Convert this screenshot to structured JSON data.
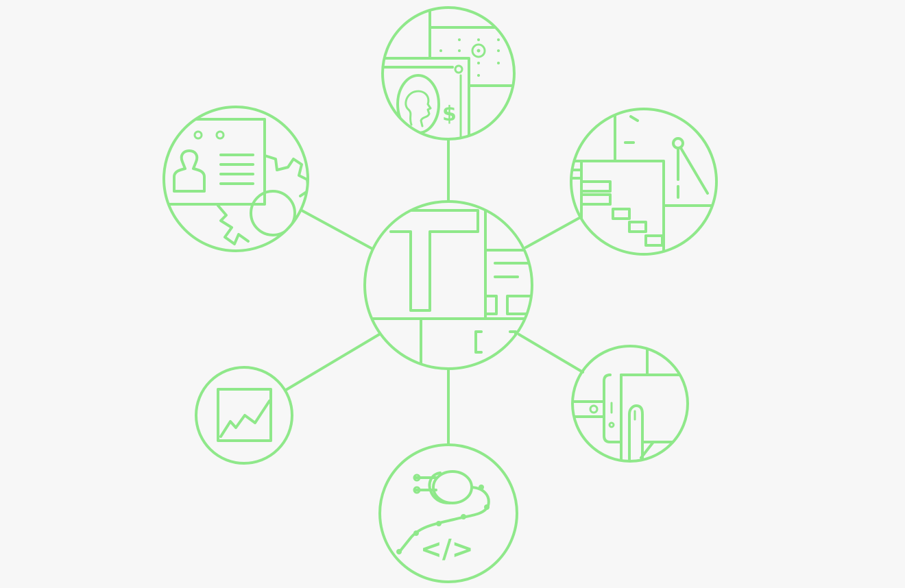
{
  "diagram": {
    "stroke_color": "#8fe88a",
    "background_color": "#f7f7f7",
    "hub": {
      "icon": "brand-t-icon"
    },
    "nodes": [
      {
        "id": "billing",
        "icon": "billing-profile-icon"
      },
      {
        "id": "user-settings",
        "icon": "user-settings-icon"
      },
      {
        "id": "workflow",
        "icon": "workflow-steps-icon"
      },
      {
        "id": "analytics",
        "icon": "growth-chart-icon"
      },
      {
        "id": "integrations",
        "icon": "plug-code-icon"
      },
      {
        "id": "mobile",
        "icon": "mobile-touch-icon"
      }
    ],
    "glyphs": {
      "currency": "$",
      "code": "</>"
    }
  }
}
